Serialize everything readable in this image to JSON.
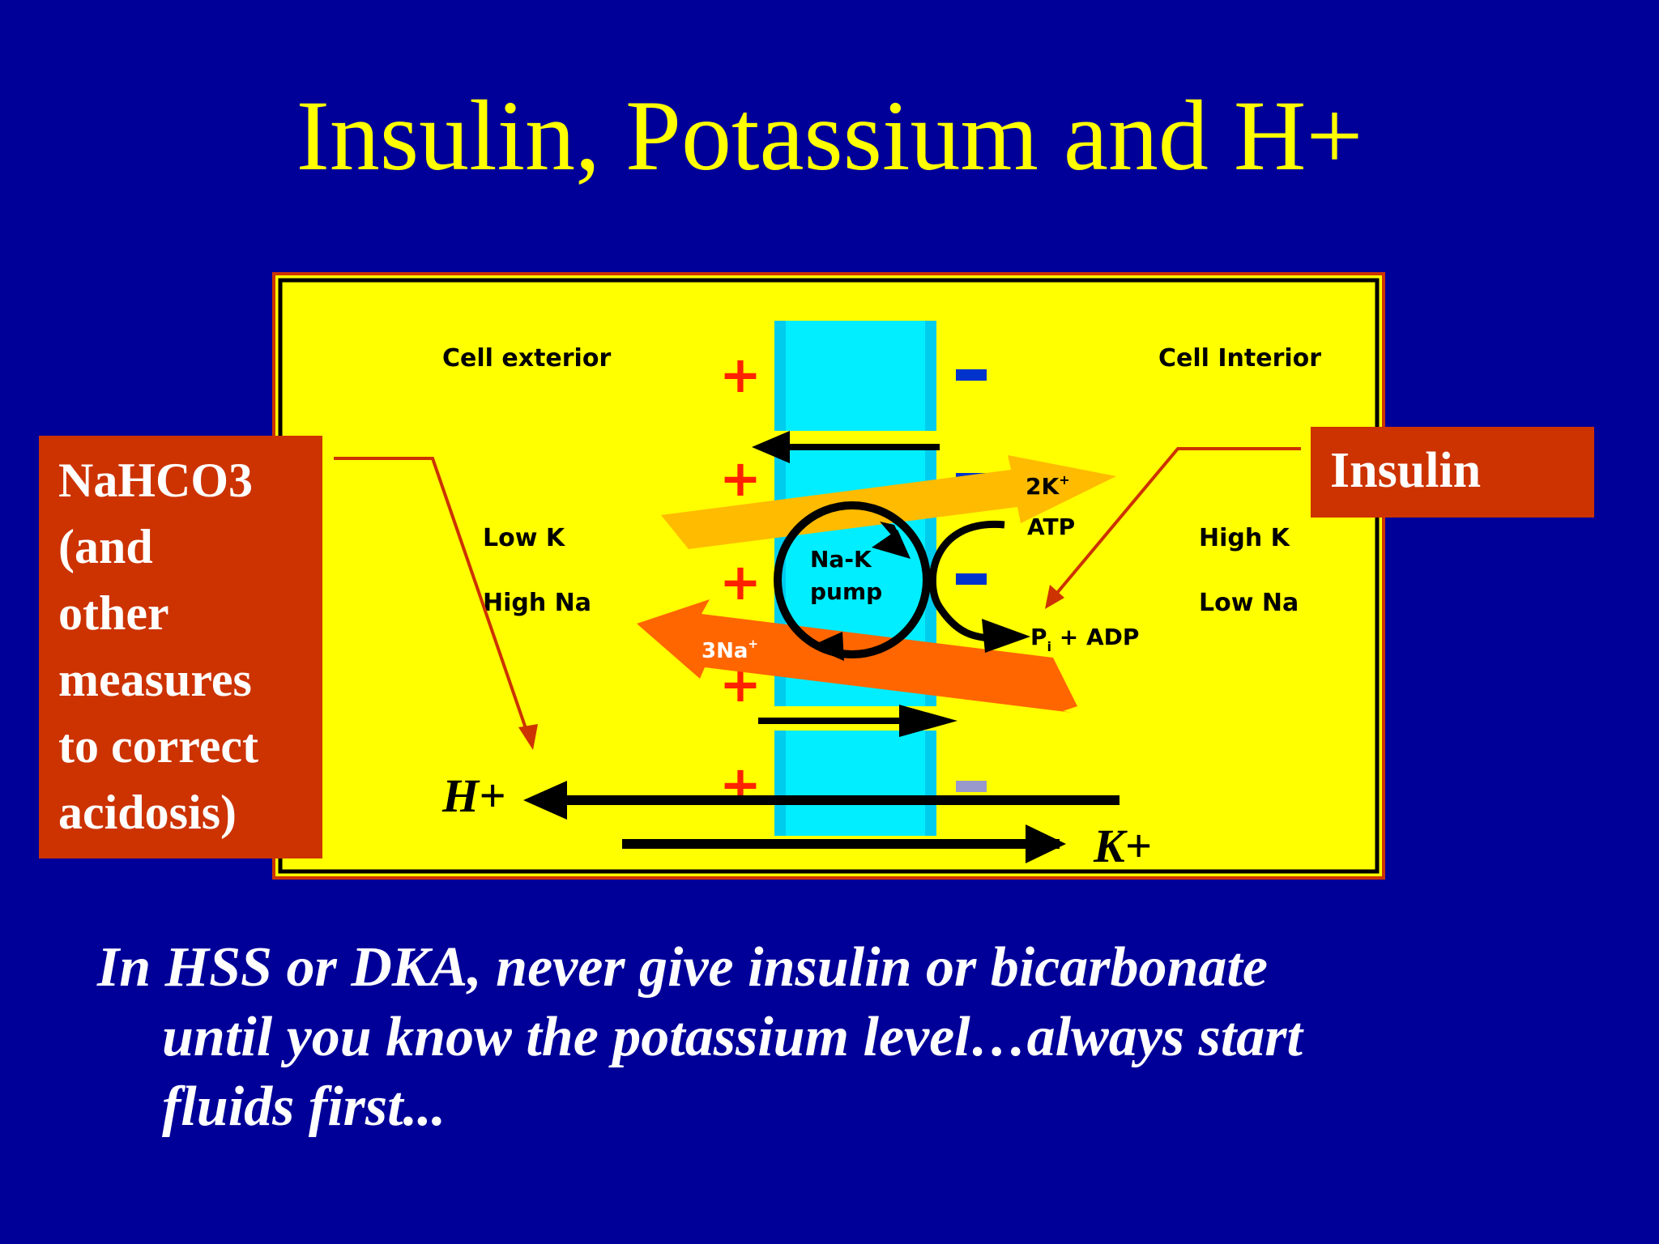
{
  "title": "Insulin, Potassium and H+",
  "diagram": {
    "cell_exterior": "Cell exterior",
    "cell_interior": "Cell Interior",
    "low_k": "Low K",
    "high_na_left": "High Na",
    "high_k": "High K",
    "low_na_right": "Low Na",
    "pump_line1": "Na-K",
    "pump_line2": "pump",
    "two_k": "2K",
    "three_na": "3Na",
    "ion_superscript": "+",
    "atp": "ATP",
    "pi_adp_p": "P",
    "pi_adp_sub": "i",
    "pi_adp_rest": " + ADP",
    "h_plus": "H+",
    "k_plus": "K+",
    "plus_symbol": "+",
    "minus_symbol": "−"
  },
  "callouts": {
    "left_lines": [
      "NaHCO3",
      "(and",
      "other",
      "measures",
      "to correct",
      "acidosis)"
    ],
    "right": "Insulin"
  },
  "bottom_lines": [
    "In HSS or DKA, never give insulin or bicarbonate",
    "until you know the potassium level…always start",
    "fluids first..."
  ],
  "colors": {
    "background": "#000099",
    "title": "#ffff00",
    "panel": "#ffff00",
    "membrane": "#00eeff",
    "callout": "#cc3300",
    "plus_marker": "#ff2200",
    "minus_marker": "#0033cc",
    "k_arrow": "#ffbb00",
    "na_arrow": "#ff6600"
  }
}
